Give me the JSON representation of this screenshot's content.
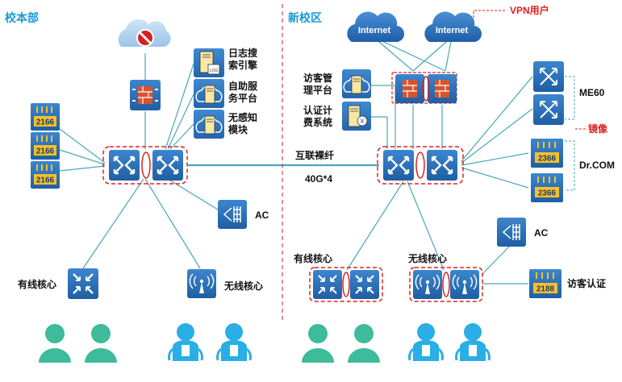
{
  "campus": {
    "left_title": "校本部",
    "right_title": "新校区"
  },
  "left": {
    "servers": [
      {
        "line1": "日志搜",
        "line2": "索引擎"
      },
      {
        "line1": "自助服",
        "line2": "务平台"
      },
      {
        "line1": "无感知",
        "line2": "模块"
      }
    ],
    "device_2166_labels": [
      "2166",
      "2166",
      "2166"
    ],
    "ac_label": "AC",
    "wired_core_label": "有线核心",
    "wireless_core_label": "无线核心"
  },
  "link": {
    "label": "互联裸纤",
    "speed": "40G*4"
  },
  "right": {
    "internet_labels": [
      "Internet",
      "Internet"
    ],
    "vpn_label": "VPN用户",
    "servers": [
      {
        "line1": "访客管",
        "line2": "理平台"
      },
      {
        "line1": "认证计",
        "line2": "费系统"
      }
    ],
    "me60_label": "ME60",
    "mirror_label": "镜像",
    "drcom_label": "Dr.COM",
    "device_2366_labels": [
      "2366",
      "2366"
    ],
    "ac_label": "AC",
    "wired_core_label": "有线核心",
    "wireless_core_label": "无线核心",
    "guest_auth_label": "访客认证",
    "device_2188_label": "2188"
  },
  "colors": {
    "device_blue": "#2b6fb5",
    "campus_title": "#1a9ad6",
    "highlight_red": "#e02020",
    "user_teal": "#3dbb9a",
    "wifi_user_blue": "#2aaee6",
    "line_teal": "#4aa7b8"
  }
}
